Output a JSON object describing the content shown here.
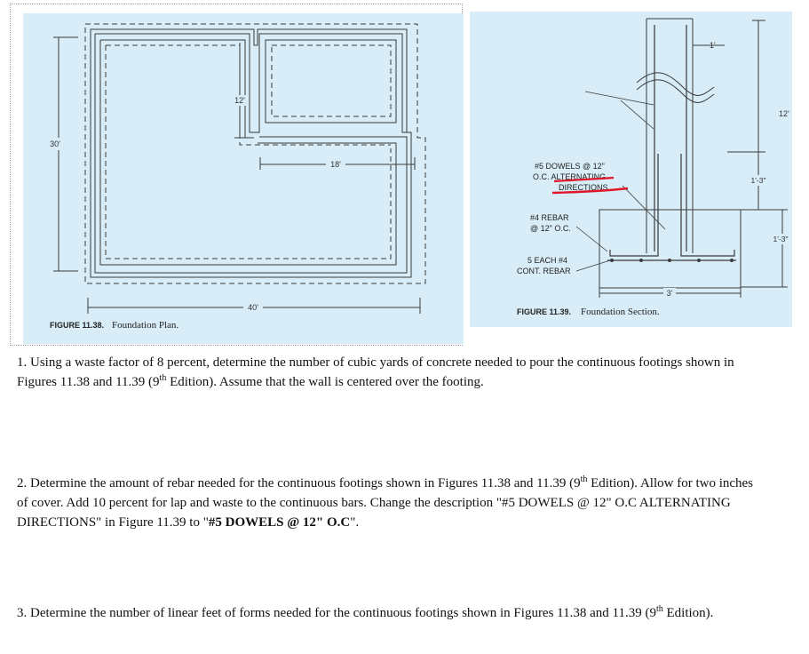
{
  "plan": {
    "dimensions": {
      "overall_width": "40'",
      "overall_height": "30'",
      "wing_width": "18'",
      "wing_height": "12'"
    },
    "caption_label": "FIGURE 11.38.",
    "caption_text": "Foundation Plan."
  },
  "section": {
    "dimensions": {
      "top_offset": "1'",
      "wall_height": "12'",
      "stem_height": "1'-3\"",
      "footing_depth": "1'-3\"",
      "footing_width": "3'"
    },
    "notes": {
      "dowels_line1": "#5 DOWELS @ 12\"",
      "dowels_line2": "O.C. ALTERNATING",
      "dowels_line3": "DIRECTIONS",
      "rebar_line1": "#4 REBAR",
      "rebar_line2": "@ 12\" O.C.",
      "cont_line1": "5 EACH #4",
      "cont_line2": "CONT. REBAR"
    },
    "caption_label": "FIGURE 11.39.",
    "caption_text": "Foundation Section.",
    "highlight_color": "#e0162b"
  },
  "questions": [
    {
      "text_a": "1. Using a waste factor of 8 percent, determine the number of cubic yards of concrete needed to pour the continuous footings shown in Figures 11.38 and 11.39 (9",
      "sup": "th",
      "text_b": " Edition). Assume that the wall is centered over the footing."
    },
    {
      "text_a": "2. Determine the amount of rebar needed for the continuous footings shown in Figures 11.38 and 11.39 (9",
      "sup": "th",
      "text_b": " Edition). Allow for two inches of cover. Add 10 percent for lap and waste to the continuous bars. Change the description \"#5 DOWELS @ 12\" O.C ALTERNATING DIRECTIONS\" in Figure 11.39 to \"",
      "bold": "#5 DOWELS @ 12\" O.C",
      "text_c": "\"."
    },
    {
      "text_a": "3. Determine the number of linear feet of forms needed for the continuous footings shown in Figures 11.38 and 11.39 (9",
      "sup": "th",
      "text_b": " Edition)."
    }
  ]
}
